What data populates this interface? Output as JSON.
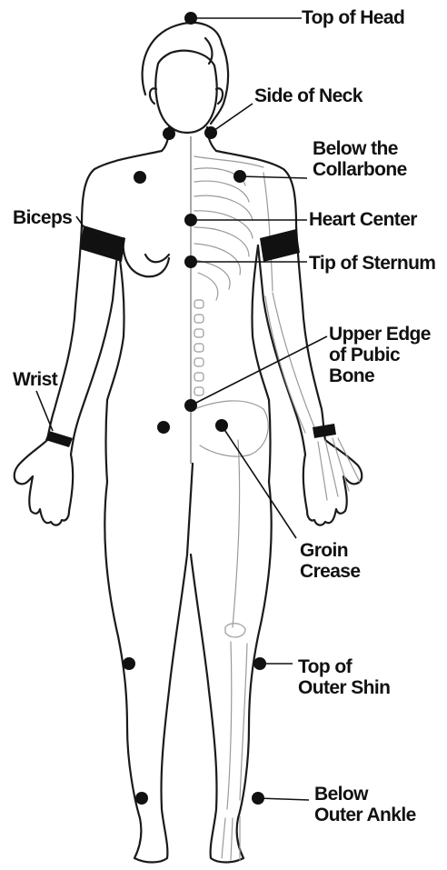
{
  "colors": {
    "outline": "#1a1a1a",
    "skeleton": "#9a9a9a",
    "midline": "#a8a8a8",
    "dot": "#111111",
    "band": "#111111"
  },
  "labels": {
    "top_of_head": [
      "Top of Head"
    ],
    "side_of_neck": [
      "Side of Neck"
    ],
    "below_collarbone": [
      "Below the",
      "Collarbone"
    ],
    "biceps": [
      "Biceps"
    ],
    "heart_center": [
      "Heart Center"
    ],
    "tip_of_sternum": [
      "Tip of Sternum"
    ],
    "upper_edge_pubic": [
      "Upper Edge",
      "of Pubic",
      "Bone"
    ],
    "wrist": [
      "Wrist"
    ],
    "groin_crease": [
      "Groin",
      "Crease"
    ],
    "top_outer_shin": [
      "Top of",
      "Outer Shin"
    ],
    "below_outer_ankle": [
      "Below",
      "Outer Ankle"
    ]
  }
}
